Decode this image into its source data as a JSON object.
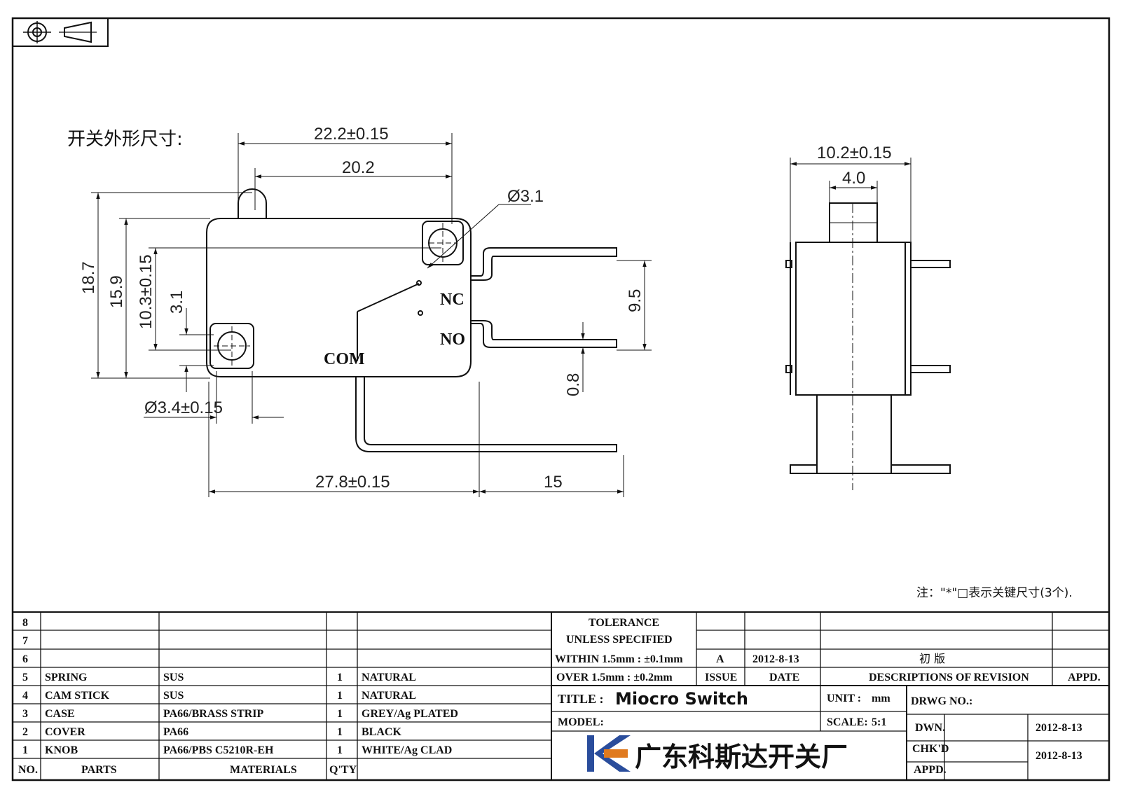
{
  "drawing": {
    "heading": "开关外形尺寸:",
    "note": "注：\"*\"□表示关键尺寸(3个).",
    "front_view": {
      "dims": {
        "overall_width": "22.2±0.15",
        "pin_span": "20.2",
        "hole_dia_top": "Ø3.1",
        "height_total": "18.7",
        "height_body": "15.9",
        "hole_spacing_v": "10.3±0.15",
        "hole_offset": "3.1",
        "terminal_pitch": "9.5",
        "terminal_thk": "0.8",
        "hole_dia_bottom": "Ø3.4±0.15",
        "body_length": "27.8±0.15",
        "lead_length": "15"
      },
      "terminals": {
        "nc": "NC",
        "no": "NO",
        "com": "COM"
      }
    },
    "side_view": {
      "dims": {
        "width": "10.2±0.15",
        "button": "4.0"
      }
    }
  },
  "title_block": {
    "rows": [
      {
        "no": "8",
        "part": "",
        "material": "",
        "qty": "",
        "finish": ""
      },
      {
        "no": "7",
        "part": "",
        "material": "",
        "qty": "",
        "finish": ""
      },
      {
        "no": "6",
        "part": "",
        "material": "",
        "qty": "",
        "finish": ""
      },
      {
        "no": "5",
        "part": "SPRING",
        "material": "SUS",
        "qty": "1",
        "finish": "NATURAL"
      },
      {
        "no": "4",
        "part": "CAM STICK",
        "material": "SUS",
        "qty": "1",
        "finish": "NATURAL"
      },
      {
        "no": "3",
        "part": "CASE",
        "material": "PA66/BRASS STRIP",
        "qty": "1",
        "finish": "GREY/Ag PLATED"
      },
      {
        "no": "2",
        "part": "COVER",
        "material": "PA66",
        "qty": "1",
        "finish": "BLACK"
      },
      {
        "no": "1",
        "part": "KNOB",
        "material": "PA66/PBS C5210R-EH",
        "qty": "1",
        "finish": "WHITE/Ag CLAD"
      }
    ],
    "headers": {
      "no": "NO.",
      "parts": "PARTS",
      "materials": "MATERIALS",
      "qty": "Q'TY"
    },
    "tolerance": {
      "line1": "TOLERANCE",
      "line2": "UNLESS  SPECIFIED",
      "line3": "WITHIN 1.5mm : ±0.1mm",
      "line4": "OVER 1.5mm : ±0.2mm"
    },
    "revision": {
      "issue": "A",
      "date": "2012-8-13",
      "description": "初  版",
      "issue_header": "ISSUE",
      "date_header": "DATE",
      "desc_header": "DESCRIPTIONS OF REVISION",
      "appd_header": "APPD."
    },
    "title_label": "TITLE :",
    "title_value": "Miocro Switch",
    "unit_label": "UNIT :",
    "unit_value": "mm",
    "drwg_label": "DRWG NO.:",
    "model_label": "MODEL:",
    "scale_label": "SCALE:",
    "scale_value": "5:1",
    "dwn_label": "DWN.",
    "dwn_date": "2012-8-13",
    "chkd_label": "CHK'D",
    "chkd_date": "2012-8-13",
    "appd_label": "APPD.",
    "company": "广东科斯达开关厂",
    "colors": {
      "logo_blue": "#2a4d9c",
      "logo_orange": "#e07a1f",
      "line": "#111111"
    }
  }
}
